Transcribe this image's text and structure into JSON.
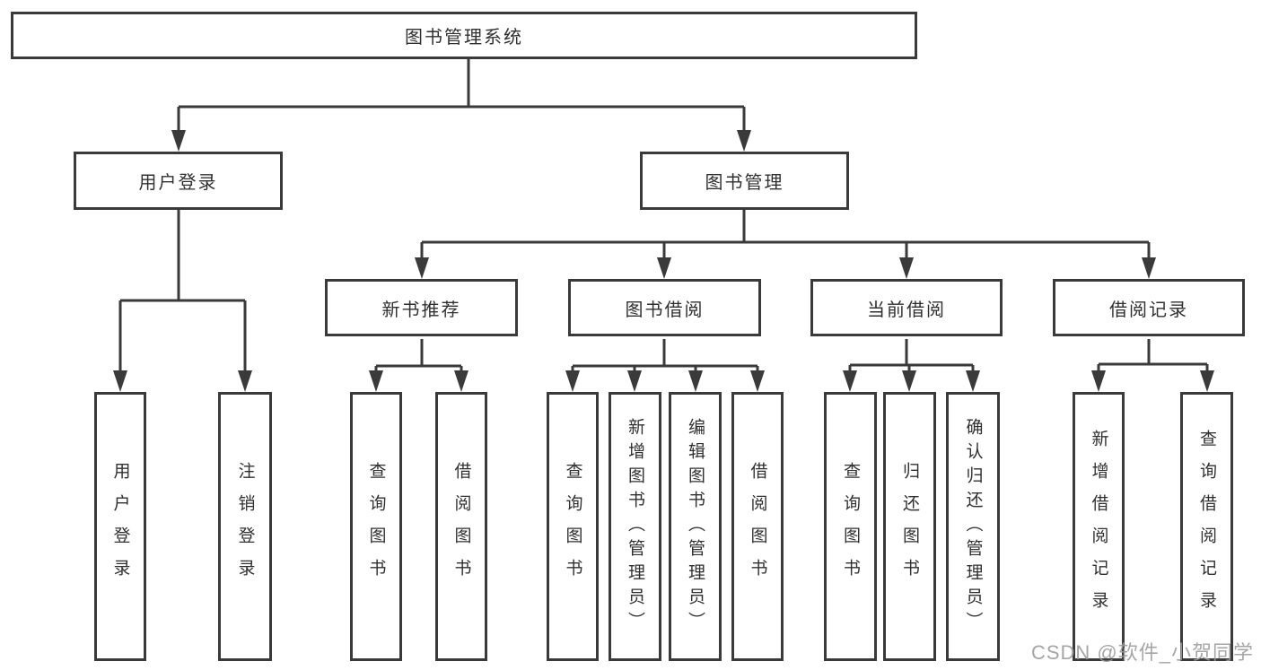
{
  "diagram": {
    "root": {
      "label": "图书管理系统"
    },
    "level2": [
      {
        "id": "user-login",
        "label": "用户登录"
      },
      {
        "id": "book-management",
        "label": "图书管理"
      }
    ],
    "level3": [
      {
        "id": "new-book-recommend",
        "parent": "图书管理",
        "label": "新书推荐"
      },
      {
        "id": "book-borrowing",
        "parent": "图书管理",
        "label": "图书借阅"
      },
      {
        "id": "current-borrowing",
        "parent": "图书管理",
        "label": "当前借阅"
      },
      {
        "id": "borrowing-records",
        "parent": "图书管理",
        "label": "借阅记录"
      }
    ],
    "leaves": [
      {
        "parent": "用户登录",
        "label": "用户登录"
      },
      {
        "parent": "用户登录",
        "label": "注销登录"
      },
      {
        "parent": "新书推荐",
        "label": "查询图书"
      },
      {
        "parent": "新书推荐",
        "label": "借阅图书"
      },
      {
        "parent": "图书借阅",
        "label": "查询图书"
      },
      {
        "parent": "图书借阅",
        "label": "新增图书（管理员）"
      },
      {
        "parent": "图书借阅",
        "label": "编辑图书（管理员）"
      },
      {
        "parent": "图书借阅",
        "label": "借阅图书"
      },
      {
        "parent": "当前借阅",
        "label": "查询图书"
      },
      {
        "parent": "当前借阅",
        "label": "归还图书"
      },
      {
        "parent": "当前借阅",
        "label": "确认归还（管理员）"
      },
      {
        "parent": "借阅记录",
        "label": "新增借阅记录"
      },
      {
        "parent": "借阅记录",
        "label": "查询借阅记录"
      }
    ]
  },
  "watermark": {
    "text": "CSDN @软件_小贺同学"
  },
  "colors": {
    "line": "#3a3a3a",
    "box_border": "#3a3a3a",
    "text": "#303030",
    "background": "#ffffff",
    "watermark": "#9c9c9c"
  }
}
